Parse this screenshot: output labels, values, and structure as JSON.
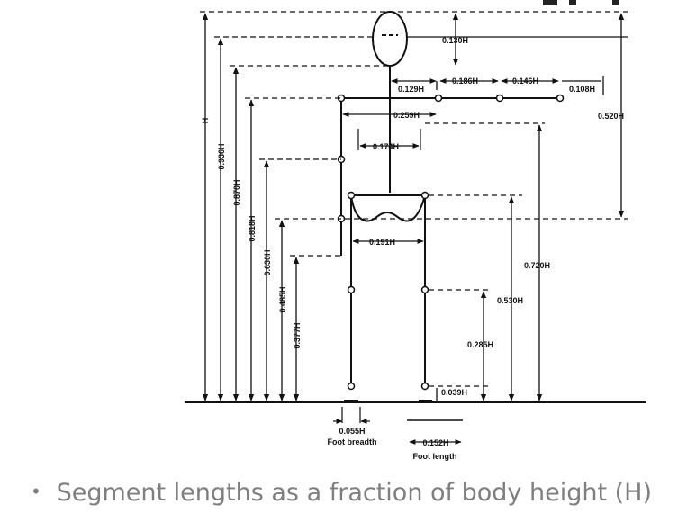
{
  "dimensions": {
    "head_height": "0.130H",
    "shoulder_to_elbow": "0.186H",
    "elbow_to_wrist": "0.146H",
    "hand_length": "0.108H",
    "shoulder_width_half": "0.129H",
    "shoulder_width": "0.259H",
    "chest_width": "0.174H",
    "hip_width": "0.191H",
    "height": "H",
    "eye_height": "0.936H",
    "chin_height": "0.870H",
    "shoulder_height": "0.818H",
    "elbow_height": "0.630H",
    "wrist_height": "0.485H",
    "knuckle_height": "0.377H",
    "fingertip_to_top": "0.520H",
    "hip_to_foot_outer": "0.720H",
    "hip_height": "0.530H",
    "knee_height": "0.285H",
    "ankle_height": "0.039H",
    "foot_breadth": "0.055H",
    "foot_length": "0.152H"
  },
  "labels": {
    "foot_breadth": "Foot breadth",
    "foot_length": "Foot length"
  },
  "caption": {
    "bullet": "•",
    "text": "Segment lengths as a fraction of body height (H)"
  }
}
